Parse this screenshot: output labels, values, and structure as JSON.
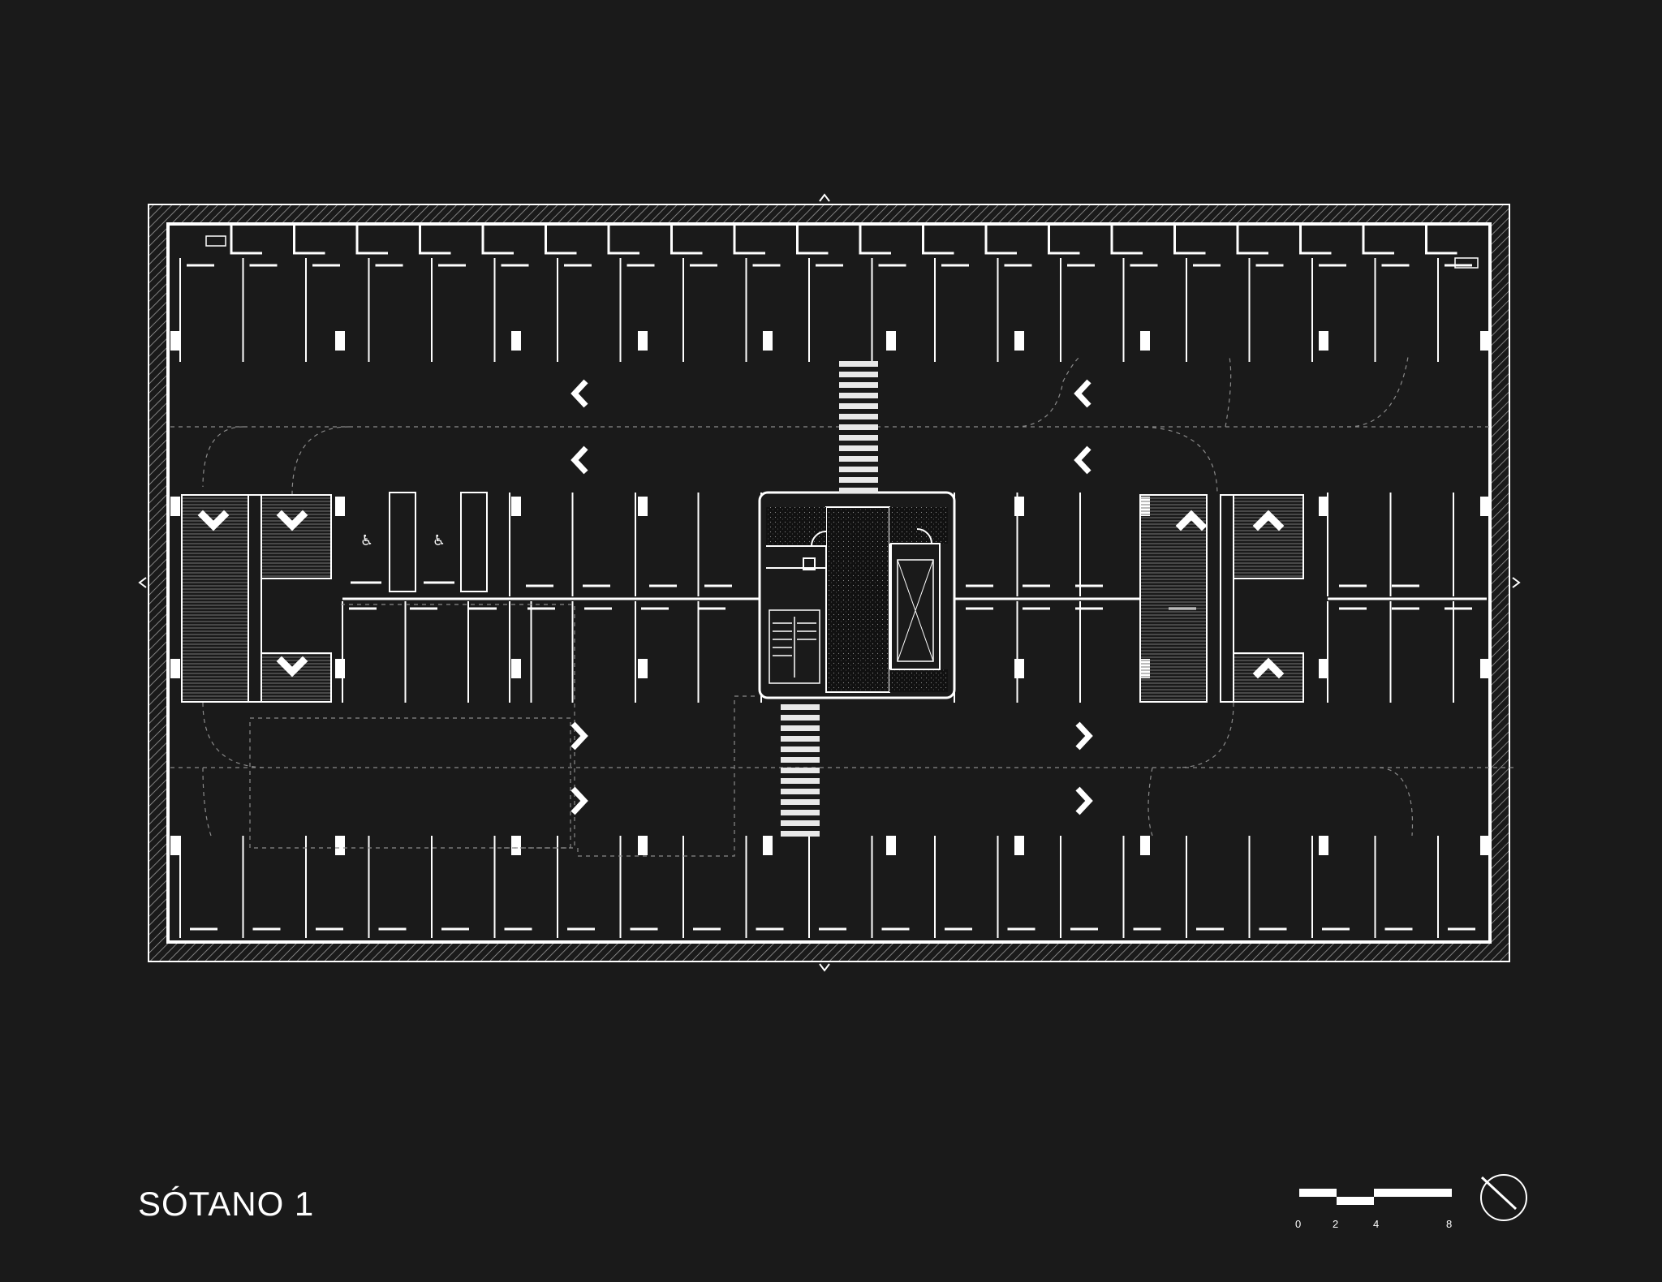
{
  "title": "SÓTANO 1",
  "scale_bar": {
    "ticks": [
      "0",
      "2",
      "4",
      "8"
    ]
  },
  "north_arrow": {
    "icon": "north-arrow-icon"
  },
  "plan": {
    "colors": {
      "background": "#1a1a1a",
      "line": "#ffffff",
      "dashed": "#8a8a8a",
      "fill": "#444444"
    },
    "icons": [
      "wheelchair-icon",
      "chevron-left-icon",
      "chevron-right-icon",
      "chevron-down-icon",
      "chevron-up-icon",
      "elevator-icon",
      "stair-icon"
    ]
  }
}
